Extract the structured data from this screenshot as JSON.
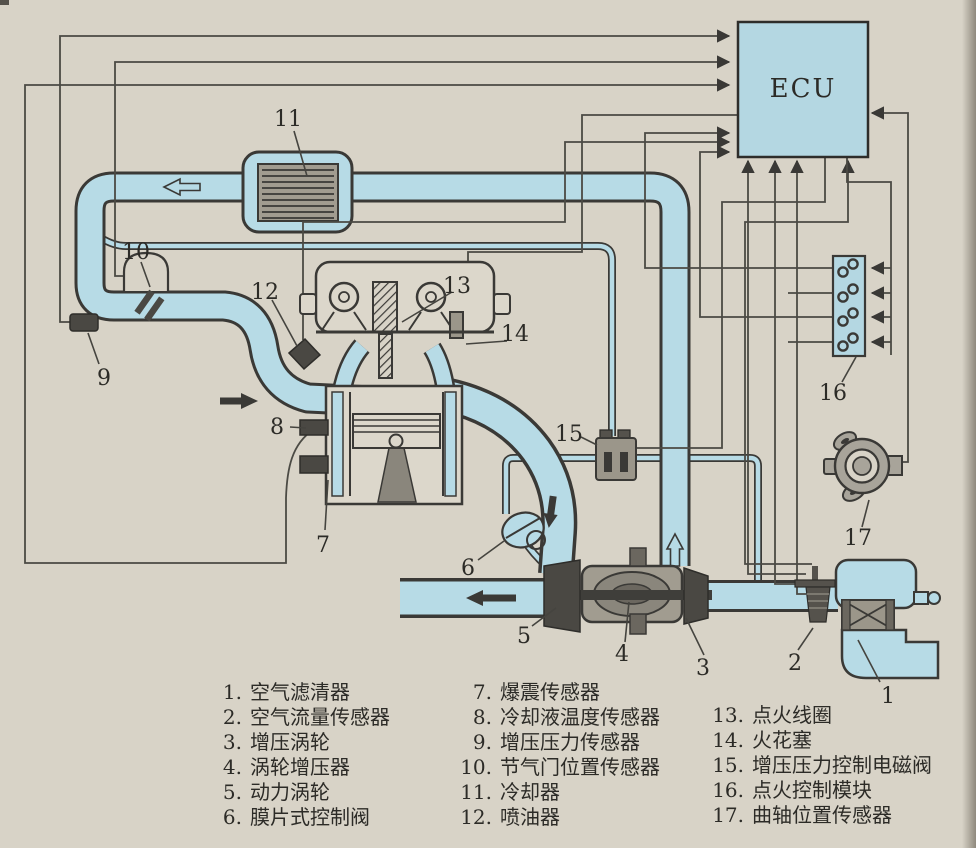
{
  "diagram": {
    "ecu_label": "ECU"
  },
  "callouts": [
    "1",
    "2",
    "3",
    "4",
    "5",
    "6",
    "7",
    "8",
    "9",
    "10",
    "11",
    "12",
    "13",
    "14",
    "15",
    "16",
    "17"
  ],
  "legend": {
    "col1": [
      {
        "n": "1.",
        "t": "空气滤清器"
      },
      {
        "n": "2.",
        "t": "空气流量传感器"
      },
      {
        "n": "3.",
        "t": "增压涡轮"
      },
      {
        "n": "4.",
        "t": "涡轮增压器"
      },
      {
        "n": "5.",
        "t": "动力涡轮"
      },
      {
        "n": "6.",
        "t": "膜片式控制阀"
      }
    ],
    "col2": [
      {
        "n": "7.",
        "t": "爆震传感器"
      },
      {
        "n": "8.",
        "t": "冷却液温度传感器"
      },
      {
        "n": "9.",
        "t": "增压压力传感器"
      },
      {
        "n": "10.",
        "t": "节气门位置传感器"
      },
      {
        "n": "11.",
        "t": "冷却器"
      },
      {
        "n": "12.",
        "t": "喷油器"
      }
    ],
    "col3": [
      {
        "n": "13.",
        "t": "点火线圈"
      },
      {
        "n": "14.",
        "t": "火花塞"
      },
      {
        "n": "15.",
        "t": "增压压力控制电磁阀"
      },
      {
        "n": "16.",
        "t": "点火控制模块"
      },
      {
        "n": "17.",
        "t": "曲轴位置传感器"
      }
    ]
  },
  "colors": {
    "background": "#d8d3c7",
    "pipe_blue": "#b7dbe6",
    "ecu_fill": "#b4d7e2",
    "line": "#3a3936",
    "wire": "#4b4a44",
    "component_gray": "#9b968a"
  }
}
